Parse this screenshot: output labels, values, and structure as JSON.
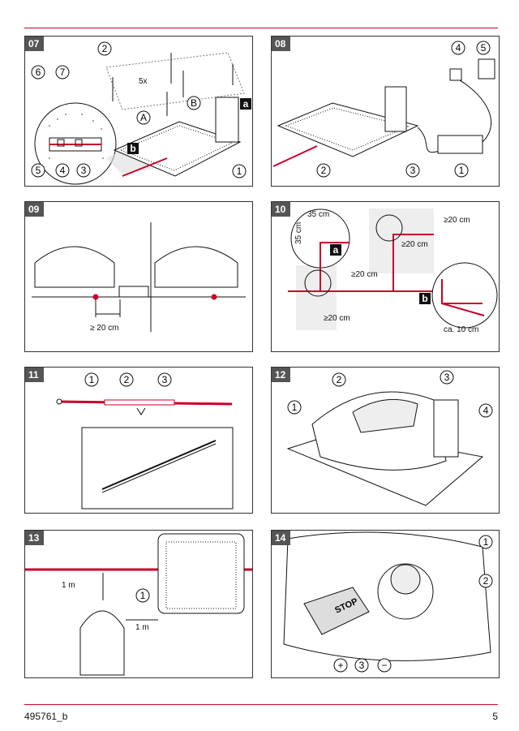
{
  "panels": {
    "p07": {
      "number": "07",
      "callouts": [
        "1",
        "2",
        "3",
        "4",
        "5",
        "6",
        "7"
      ],
      "letters": [
        "A",
        "B"
      ],
      "tags": [
        "a",
        "b"
      ],
      "count": "5x"
    },
    "p08": {
      "number": "08",
      "callouts": [
        "1",
        "2",
        "3",
        "4",
        "5"
      ]
    },
    "p09": {
      "number": "09",
      "distance": "≥ 20 cm"
    },
    "p10": {
      "number": "10",
      "dims": [
        "35 cm",
        "35 cm",
        "≥20 cm",
        "≥20 cm",
        "≥20 cm",
        "≥20 cm",
        "ca. 10 cm"
      ],
      "tags": [
        "a",
        "b"
      ]
    },
    "p11": {
      "number": "11",
      "callouts": [
        "1",
        "2",
        "3"
      ]
    },
    "p12": {
      "number": "12",
      "callouts": [
        "1",
        "2",
        "3",
        "4"
      ]
    },
    "p13": {
      "number": "13",
      "callouts": [
        "1"
      ],
      "dims": [
        "1 m",
        "1 m"
      ]
    },
    "p14": {
      "number": "14",
      "callouts": [
        "1",
        "2",
        "3"
      ],
      "signs": [
        "+",
        "−"
      ],
      "stop_text": "STOP"
    }
  },
  "footer": {
    "doc_id": "495761_b",
    "page": "5"
  },
  "colors": {
    "accent": "#c9002b",
    "panel_tag": "#555555"
  }
}
